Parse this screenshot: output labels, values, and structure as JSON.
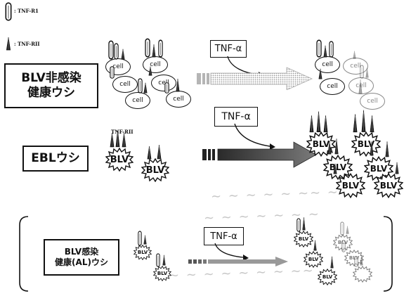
{
  "legend": {
    "r1_label": ": TNF-R1",
    "r2_label": ": TNF-RII"
  },
  "rows": [
    {
      "label_line1": "BLV非感染",
      "label_line2": "健康ウシ",
      "tnf": "TNF-α",
      "cell_text": "cell",
      "cells_before": [
        "cell",
        "cell",
        "cell",
        "cell",
        "cell",
        "cell"
      ],
      "cells_after": [
        "cell",
        "cell",
        "cell",
        "cell",
        "cell"
      ]
    },
    {
      "label": "EBLウシ",
      "tnf": "TNF-α",
      "receptor_label": "TNF-RII",
      "blv_before": [
        "BLV",
        "BLV"
      ],
      "blv_after": [
        "BLV",
        "BLV",
        "BLV",
        "BLV",
        "BLV",
        "BLV"
      ]
    },
    {
      "label_line1": "BLV感染",
      "label_line2": "健康(AL)ウシ",
      "tnf": "TNF-α",
      "blv_before": [
        "BLV",
        "BLV"
      ],
      "blv_after": [
        "BLV",
        "BLV",
        "BLV",
        "BLV",
        "BLV"
      ]
    }
  ]
}
